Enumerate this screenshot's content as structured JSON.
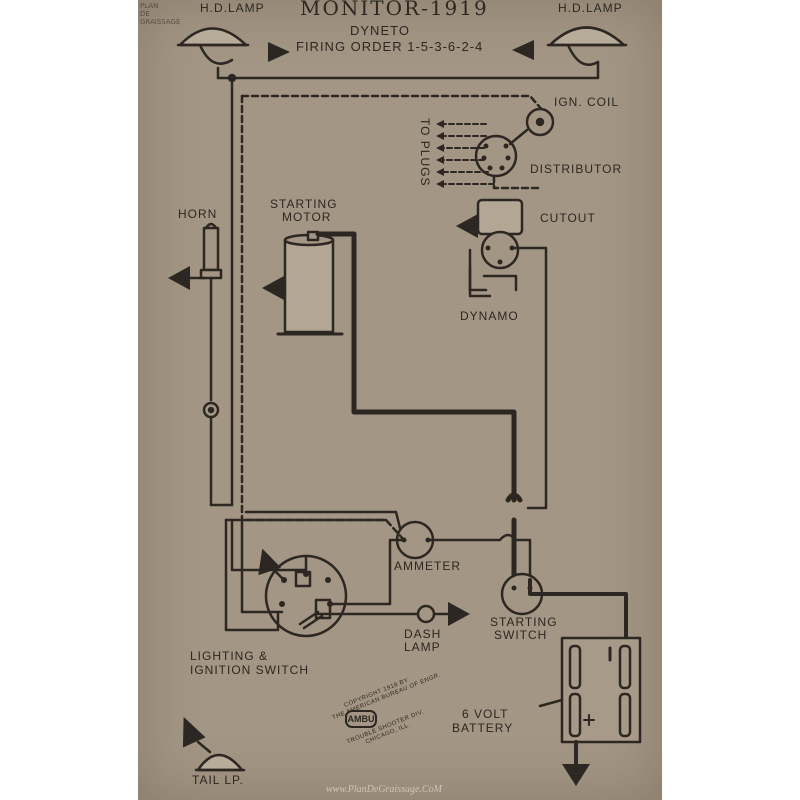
{
  "header": {
    "title": "MONITOR-1919",
    "subtitle": "DYNETO",
    "firing_order": "FIRING ORDER 1-5-3-6-2-4",
    "logo_line1": "PLAN",
    "logo_line2": "DE",
    "logo_line3": "GRAISSAGE"
  },
  "labels": {
    "head_lamp_left": "H.D.LAMP",
    "head_lamp_right": "H.D.LAMP",
    "ign_coil": "IGN. COIL",
    "to_plugs": "TO PLUGS",
    "distributor": "DISTRIBUTOR",
    "horn": "HORN",
    "starting_motor_1": "STARTING",
    "starting_motor_2": "MOTOR",
    "cutout": "CUTOUT",
    "dynamo": "DYNAMO",
    "ammeter": "AMMETER",
    "lighting_switch_1": "LIGHTING &",
    "lighting_switch_2": "IGNITION SWITCH",
    "dash_lamp_1": "DASH",
    "dash_lamp_2": "LAMP",
    "starting_switch_1": "STARTING",
    "starting_switch_2": "SWITCH",
    "battery_1": "6 VOLT",
    "battery_2": "BATTERY",
    "tail_lamp": "TAIL LP."
  },
  "copyright": {
    "line1": "COPYRIGHT 1918 BY",
    "line2": "THE AMERICAN BUREAU OF ENGR.",
    "line3": "AMBU",
    "line4": "TROUBLE SHOOTER DIV.",
    "line5": "CHICAGO, ILL."
  },
  "watermark": "www.PlanDeGraissage.CoM",
  "colors": {
    "paper": "#a39684",
    "ink": "#2c2722",
    "page_bg": "#ffffff"
  }
}
